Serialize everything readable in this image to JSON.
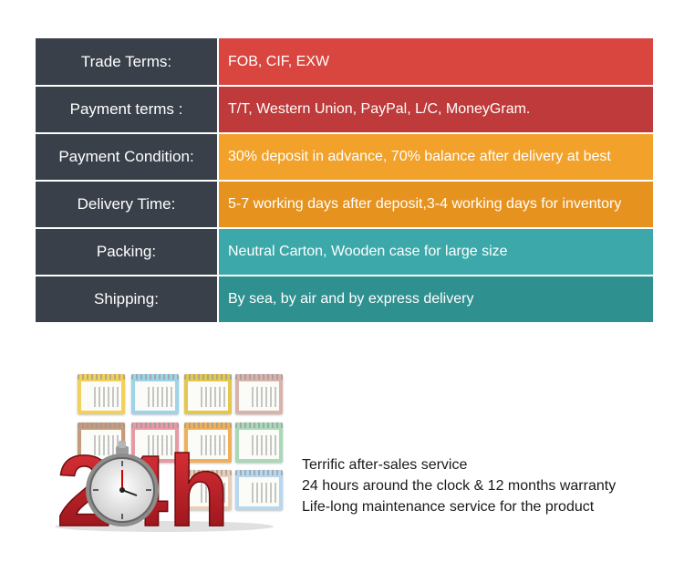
{
  "terms": [
    {
      "label": "Trade Terms:",
      "value": "FOB, CIF, EXW",
      "color": "#d9453f"
    },
    {
      "label": "Payment terms :",
      "value": "T/T, Western Union, PayPal, L/C, MoneyGram.",
      "color": "#bf3a3a"
    },
    {
      "label": "Payment Condition:",
      "value": "30% deposit in advance, 70% balance after delivery at best",
      "color": "#f2a22a"
    },
    {
      "label": "Delivery Time:",
      "value": "5-7 working days after deposit,3-4 working days for inventory",
      "color": "#e6921f"
    },
    {
      "label": "Packing:",
      "value": "Neutral Carton, Wooden case for large size",
      "color": "#3ca8a9"
    },
    {
      "label": "Shipping:",
      "value": "By sea, by air and by express delivery",
      "color": "#2f9090"
    }
  ],
  "service": {
    "lines": [
      "Terrific after-sales service",
      "24 hours around the clock & 12 months warranty",
      "Life-long maintenance service for the product"
    ]
  },
  "graphic": {
    "big_text": "24h",
    "icon": "stopwatch-icon",
    "calendar_colors": [
      "#f2d15a",
      "#9fd3e8",
      "#e2c84f",
      "#d9b3ab",
      "#c59a7d",
      "#e79aa4",
      "#f0b05a",
      "#a9d9b8",
      "#e9cfb7",
      "#b7d7ee",
      "#efc7cf",
      "#f2a0ac"
    ]
  }
}
